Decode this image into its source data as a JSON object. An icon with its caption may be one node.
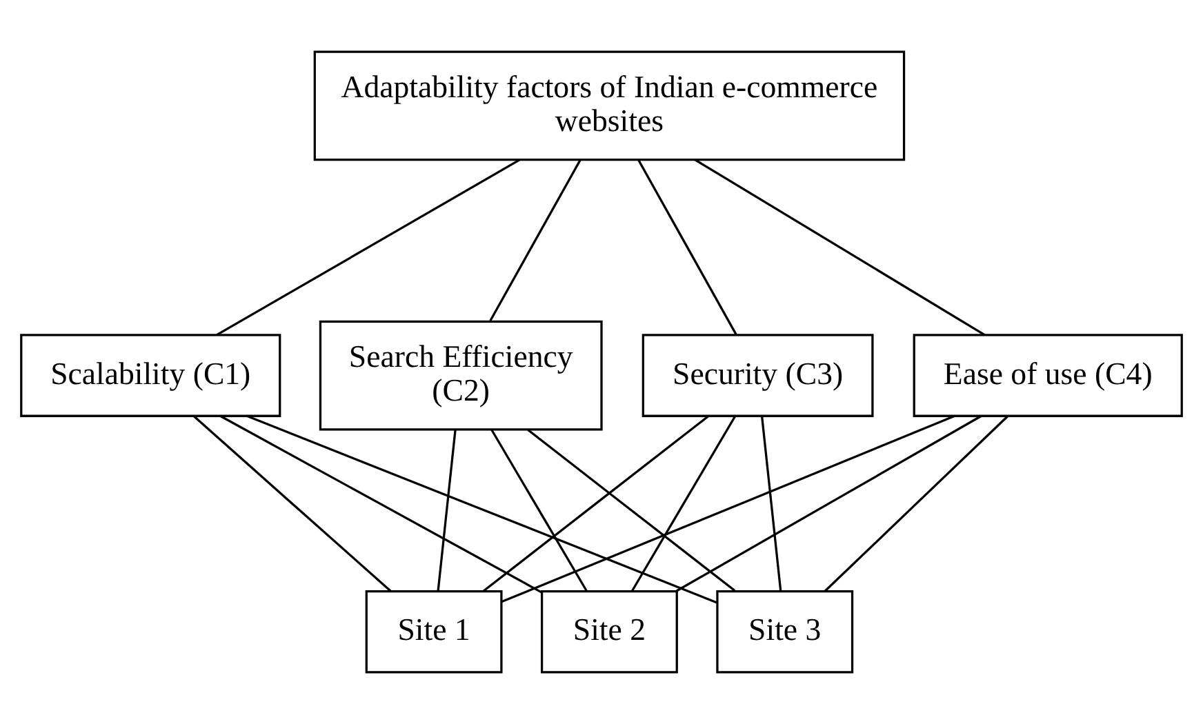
{
  "diagram": {
    "nodes": [
      {
        "text": [
          "Adaptability factors of Indian e-commerce websites"
        ]
      },
      {
        "text": [
          "Scalability (C1)"
        ]
      },
      {
        "text": [
          "Search Efficiency (C2)"
        ]
      },
      {
        "text": [
          "Security (C3)"
        ]
      },
      {
        "text": [
          "Ease of use (C4)"
        ]
      },
      {
        "text": [
          "Site 1"
        ]
      },
      {
        "text": [
          "Site 2"
        ]
      },
      {
        "text": [
          "Site 3"
        ]
      }
    ],
    "edges": [
      {
        "from": 0,
        "to": 1,
        "arrow": "none"
      },
      {
        "from": 0,
        "to": 2,
        "arrow": "none"
      },
      {
        "from": 0,
        "to": 3,
        "arrow": "none"
      },
      {
        "from": 0,
        "to": 4,
        "arrow": "none"
      },
      {
        "from": 1,
        "to": 5,
        "arrow": "none"
      },
      {
        "from": 1,
        "to": 6,
        "arrow": "none"
      },
      {
        "from": 1,
        "to": 7,
        "arrow": "none"
      },
      {
        "from": 2,
        "to": 5,
        "arrow": "none"
      },
      {
        "from": 2,
        "to": 6,
        "arrow": "none"
      },
      {
        "from": 2,
        "to": 7,
        "arrow": "none"
      },
      {
        "from": 3,
        "to": 5,
        "arrow": "none"
      },
      {
        "from": 3,
        "to": 6,
        "arrow": "none"
      },
      {
        "from": 3,
        "to": 7,
        "arrow": "none"
      },
      {
        "from": 4,
        "to": 5,
        "arrow": "none"
      },
      {
        "from": 4,
        "to": 6,
        "arrow": "none"
      },
      {
        "from": 4,
        "to": 7,
        "arrow": "none"
      }
    ]
  }
}
